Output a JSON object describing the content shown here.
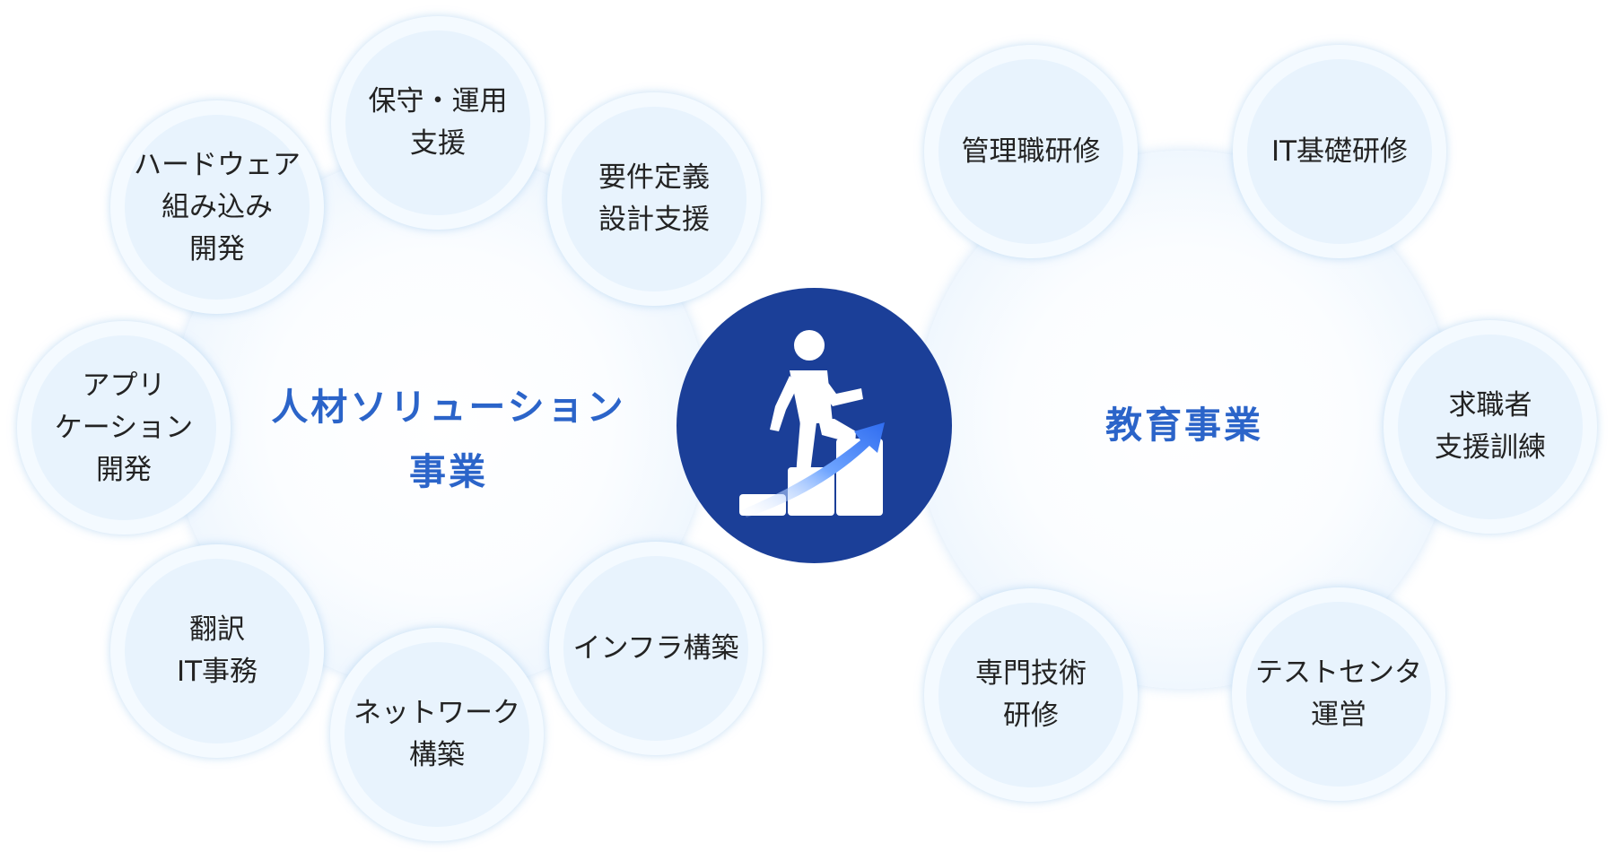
{
  "hubs": {
    "left": {
      "title_line1": "人材ソリューション",
      "title_line2": "事業"
    },
    "right": {
      "title": "教育事業"
    }
  },
  "left_services": [
    {
      "line1": "保守・運用",
      "line2": "支援"
    },
    {
      "line1": "要件定義",
      "line2": "設計支援"
    },
    {
      "line1": "ハードウェア",
      "line2": "組み込み",
      "line3": "開発"
    },
    {
      "line1": "アプリ",
      "line2": "ケーション",
      "line3": "開発"
    },
    {
      "line1": "翻訳",
      "line2": "IT事務"
    },
    {
      "line1": "インフラ構築"
    },
    {
      "line1": "ネットワーク",
      "line2": "構築"
    }
  ],
  "right_services": [
    {
      "line1": "管理職研修"
    },
    {
      "line1": "IT基礎研修"
    },
    {
      "line1": "求職者",
      "line2": "支援訓練"
    },
    {
      "line1": "専門技術",
      "line2": "研修"
    },
    {
      "line1": "テストセンタ",
      "line2": "運営"
    }
  ],
  "center_icon": "person-climbing-stairs-growth-icon",
  "colors": {
    "hub_title": "#2b64c9",
    "center_fill": "#1b3f98",
    "satellite_fill": "#e8f3fd",
    "text": "#232323"
  }
}
